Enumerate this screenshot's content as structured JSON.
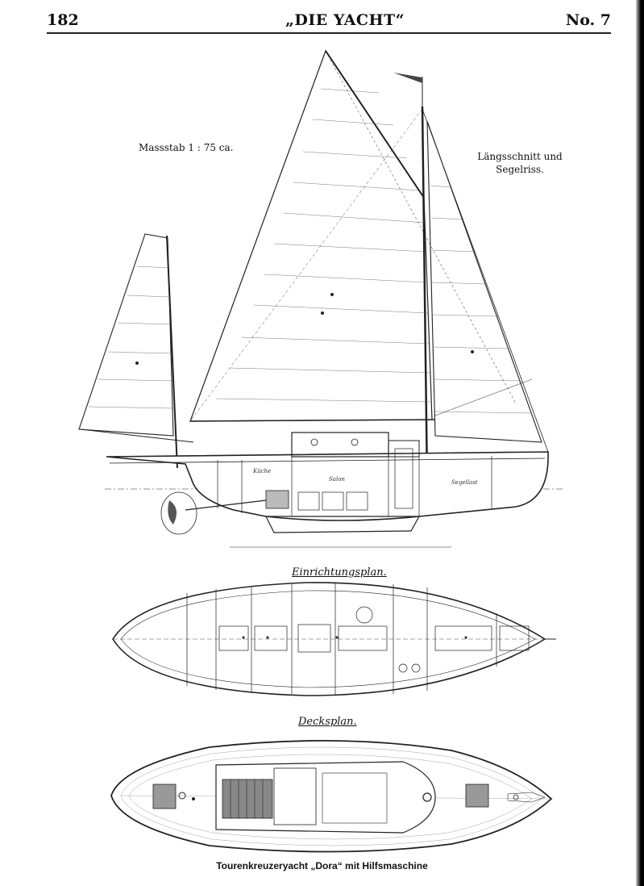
{
  "header": {
    "page_number": "182",
    "journal_title": "„DIE YACHT“",
    "issue": "No. 7"
  },
  "sail_plan": {
    "scale_note": "Massstab 1 : 75 ca.",
    "section_label_line1": "Längsschnitt und",
    "section_label_line2": "Segelriss."
  },
  "accommodation_plan": {
    "title": "Einrichtungsplan."
  },
  "deck_plan": {
    "title": "Decksplan."
  },
  "caption": "Tourenkreuzeryacht „Dora“ mit Hilfsmaschine",
  "colors": {
    "ink": "#111111",
    "paper": "#ffffff"
  }
}
